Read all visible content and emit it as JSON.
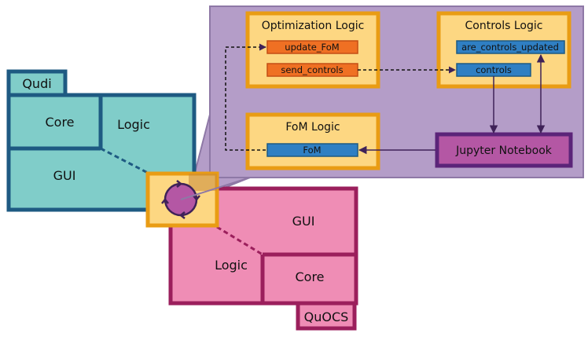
{
  "qudi": {
    "tab_label": "Qudi",
    "core_label": "Core",
    "logic_label": "Logic",
    "gui_label": "GUI",
    "colors": {
      "fill": "#80cdc9",
      "stroke": "#1e5a82"
    }
  },
  "quocs": {
    "tab_label": "QuOCS",
    "gui_label": "GUI",
    "logic_label": "Logic",
    "core_label": "Core",
    "colors": {
      "fill": "#ef8db5",
      "stroke": "#9b1f5c"
    }
  },
  "panel": {
    "colors": {
      "fill": "#b49dc8",
      "stroke": "#8e78a6"
    },
    "optimization_logic": {
      "title": "Optimization Logic",
      "items": [
        "update_FoM",
        "send_controls"
      ]
    },
    "controls_logic": {
      "title": "Controls Logic",
      "items": [
        "are_controls_updated",
        "controls"
      ]
    },
    "fom_logic": {
      "title": "FoM Logic",
      "items": [
        "FoM"
      ]
    },
    "jupyter": {
      "label": "Jupyter Notebook"
    }
  },
  "colors": {
    "module_box_fill": "#fdd782",
    "module_box_stroke": "#e99c14",
    "orange_item": "#ef7023",
    "blue_item": "#2f7fc3",
    "jupyter_fill": "#b457a4",
    "jupyter_stroke": "#5b2479",
    "arrow": "#3f2258"
  },
  "icons": [
    "sync-circle-icon"
  ]
}
